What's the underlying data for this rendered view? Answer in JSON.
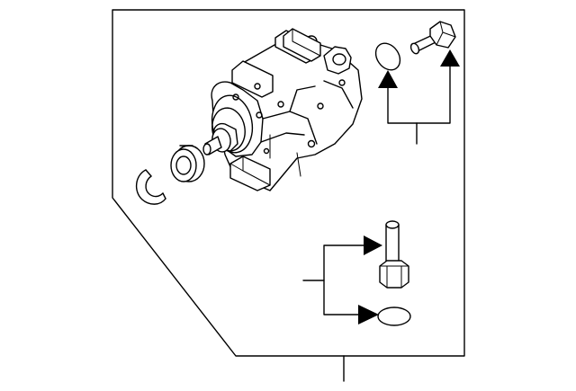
{
  "diagram": {
    "kind": "exploded-parts-diagram",
    "parts": [
      {
        "name": "ac-compressor",
        "icon": "compressor-icon"
      },
      {
        "name": "snap-ring",
        "icon": "snap-ring-icon"
      },
      {
        "name": "seal-washer",
        "icon": "washer-icon"
      },
      {
        "name": "o-ring-upper",
        "icon": "o-ring-icon"
      },
      {
        "name": "mounting-bolt-upper",
        "icon": "bolt-icon"
      },
      {
        "name": "mounting-bolt-lower",
        "icon": "bolt-icon"
      },
      {
        "name": "o-ring-lower",
        "icon": "o-ring-icon"
      }
    ],
    "colors": {
      "line": "#000000",
      "background": "#ffffff"
    }
  }
}
